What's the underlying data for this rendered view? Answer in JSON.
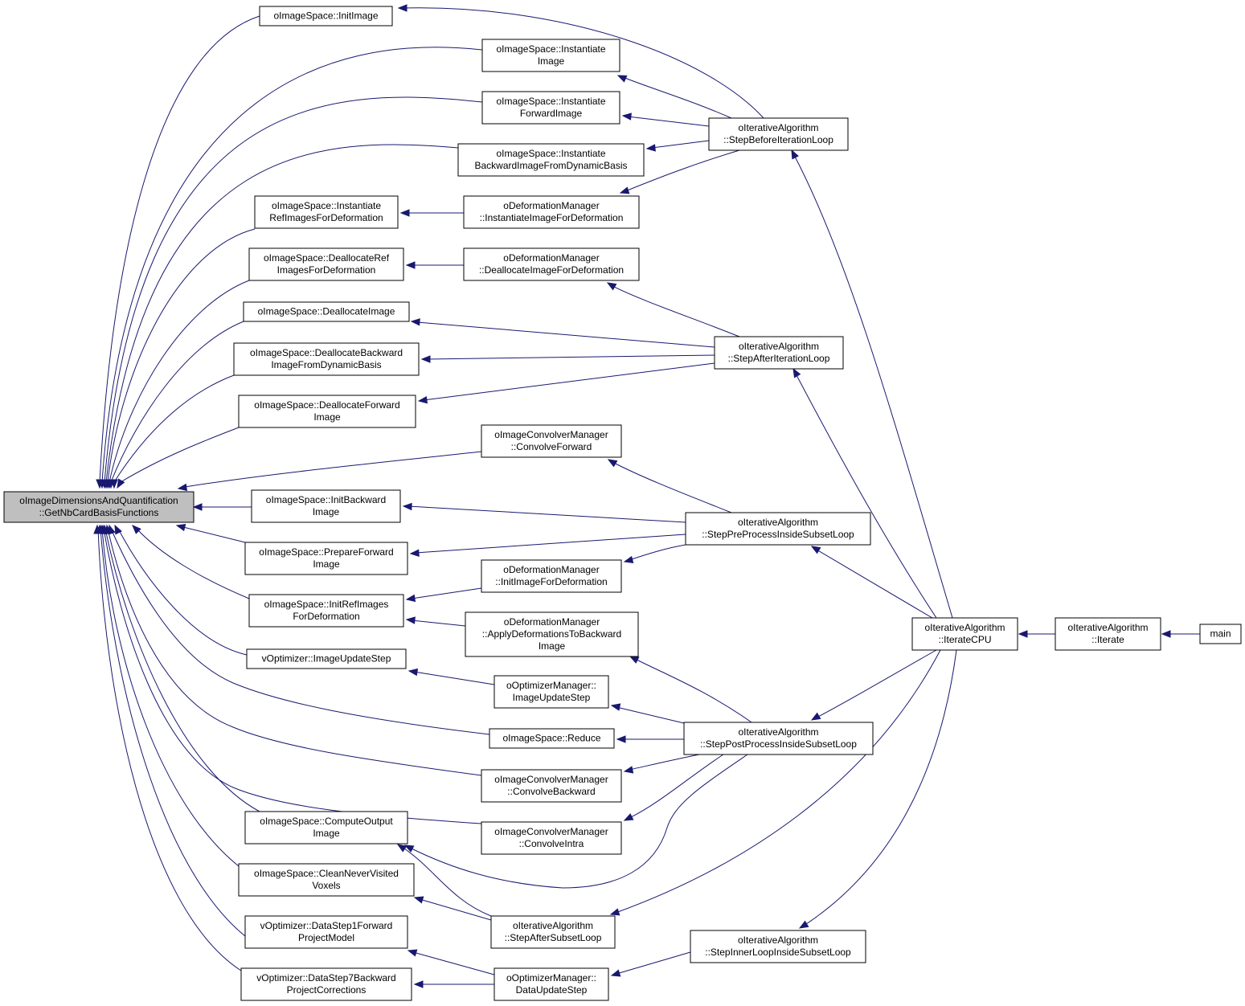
{
  "nodes": [
    {
      "id": "root",
      "lines": [
        "oImageDimensionsAndQuantification",
        "::GetNbCardBasisFunctions"
      ],
      "root": true
    },
    {
      "id": "n1",
      "lines": [
        "oImageSpace::InitImage"
      ]
    },
    {
      "id": "n2",
      "lines": [
        "oImageSpace::Instantiate",
        "Image"
      ]
    },
    {
      "id": "n3",
      "lines": [
        "oImageSpace::Instantiate",
        "ForwardImage"
      ]
    },
    {
      "id": "n4",
      "lines": [
        "oImageSpace::Instantiate",
        "BackwardImageFromDynamicBasis"
      ]
    },
    {
      "id": "n5",
      "lines": [
        "oImageSpace::Instantiate",
        "RefImagesForDeformation"
      ]
    },
    {
      "id": "n6",
      "lines": [
        "oImageSpace::DeallocateRef",
        "ImagesForDeformation"
      ]
    },
    {
      "id": "n7",
      "lines": [
        "oImageSpace::DeallocateImage"
      ]
    },
    {
      "id": "n8",
      "lines": [
        "oImageSpace::DeallocateBackward",
        "ImageFromDynamicBasis"
      ]
    },
    {
      "id": "n9",
      "lines": [
        "oImageSpace::DeallocateForward",
        "Image"
      ]
    },
    {
      "id": "n10",
      "lines": [
        "oImageSpace::InitBackward",
        "Image"
      ]
    },
    {
      "id": "n11",
      "lines": [
        "oImageSpace::PrepareForward",
        "Image"
      ]
    },
    {
      "id": "n12",
      "lines": [
        "oImageSpace::InitRefImages",
        "ForDeformation"
      ]
    },
    {
      "id": "n13",
      "lines": [
        "vOptimizer::ImageUpdateStep"
      ]
    },
    {
      "id": "n14",
      "lines": [
        "oImageSpace::ComputeOutput",
        "Image"
      ]
    },
    {
      "id": "n15",
      "lines": [
        "oImageSpace::CleanNeverVisited",
        "Voxels"
      ]
    },
    {
      "id": "n16",
      "lines": [
        "vOptimizer::DataStep1Forward",
        "ProjectModel"
      ]
    },
    {
      "id": "n17",
      "lines": [
        "vOptimizer::DataStep7Backward",
        "ProjectCorrections"
      ]
    },
    {
      "id": "m1",
      "lines": [
        "oDeformationManager",
        "::InstantiateImageForDeformation"
      ]
    },
    {
      "id": "m2",
      "lines": [
        "oDeformationManager",
        "::DeallocateImageForDeformation"
      ]
    },
    {
      "id": "m3",
      "lines": [
        "oImageConvolverManager",
        "::ConvolveForward"
      ]
    },
    {
      "id": "m4",
      "lines": [
        "oDeformationManager",
        "::InitImageForDeformation"
      ]
    },
    {
      "id": "m5",
      "lines": [
        "oDeformationManager",
        "::ApplyDeformationsToBackward",
        "Image"
      ]
    },
    {
      "id": "m6",
      "lines": [
        "oOptimizerManager::",
        "ImageUpdateStep"
      ]
    },
    {
      "id": "m7",
      "lines": [
        "oImageSpace::Reduce"
      ]
    },
    {
      "id": "m8",
      "lines": [
        "oImageConvolverManager",
        "::ConvolveBackward"
      ]
    },
    {
      "id": "m9",
      "lines": [
        "oImageConvolverManager",
        "::ConvolveIntra"
      ]
    },
    {
      "id": "m10",
      "lines": [
        "oIterativeAlgorithm",
        "::StepAfterSubsetLoop"
      ]
    },
    {
      "id": "m11",
      "lines": [
        "oOptimizerManager::",
        "DataUpdateStep"
      ]
    },
    {
      "id": "i1",
      "lines": [
        "oIterativeAlgorithm",
        "::StepBeforeIterationLoop"
      ]
    },
    {
      "id": "i2",
      "lines": [
        "oIterativeAlgorithm",
        "::StepAfterIterationLoop"
      ]
    },
    {
      "id": "i3",
      "lines": [
        "oIterativeAlgorithm",
        "::StepPreProcessInsideSubsetLoop"
      ]
    },
    {
      "id": "i4",
      "lines": [
        "oIterativeAlgorithm",
        "::StepPostProcessInsideSubsetLoop"
      ]
    },
    {
      "id": "i5",
      "lines": [
        "oIterativeAlgorithm",
        "::StepInnerLoopInsideSubsetLoop"
      ]
    },
    {
      "id": "c1",
      "lines": [
        "oIterativeAlgorithm",
        "::IterateCPU"
      ]
    },
    {
      "id": "c2",
      "lines": [
        "oIterativeAlgorithm",
        "::Iterate"
      ]
    },
    {
      "id": "main",
      "lines": [
        "main"
      ]
    }
  ],
  "edges": [
    {
      "from": "n1",
      "to": "root"
    },
    {
      "from": "n2",
      "to": "root"
    },
    {
      "from": "n3",
      "to": "root"
    },
    {
      "from": "n4",
      "to": "root"
    },
    {
      "from": "n5",
      "to": "root"
    },
    {
      "from": "n6",
      "to": "root"
    },
    {
      "from": "n7",
      "to": "root"
    },
    {
      "from": "n8",
      "to": "root"
    },
    {
      "from": "n9",
      "to": "root"
    },
    {
      "from": "m3",
      "to": "root"
    },
    {
      "from": "n10",
      "to": "root"
    },
    {
      "from": "n11",
      "to": "root"
    },
    {
      "from": "n12",
      "to": "root"
    },
    {
      "from": "n13",
      "to": "root"
    },
    {
      "from": "m7",
      "to": "root"
    },
    {
      "from": "m8",
      "to": "root"
    },
    {
      "from": "n14",
      "to": "root"
    },
    {
      "from": "m9",
      "to": "root"
    },
    {
      "from": "n15",
      "to": "root"
    },
    {
      "from": "n16",
      "to": "root"
    },
    {
      "from": "n17",
      "to": "root"
    },
    {
      "from": "i1",
      "to": "n1"
    },
    {
      "from": "i1",
      "to": "n2"
    },
    {
      "from": "i1",
      "to": "n3"
    },
    {
      "from": "i1",
      "to": "n4"
    },
    {
      "from": "i1",
      "to": "m1"
    },
    {
      "from": "m1",
      "to": "n5"
    },
    {
      "from": "m2",
      "to": "n6"
    },
    {
      "from": "i2",
      "to": "m2"
    },
    {
      "from": "i2",
      "to": "n7"
    },
    {
      "from": "i2",
      "to": "n8"
    },
    {
      "from": "i2",
      "to": "n9"
    },
    {
      "from": "i3",
      "to": "m3"
    },
    {
      "from": "i3",
      "to": "n10"
    },
    {
      "from": "i3",
      "to": "n11"
    },
    {
      "from": "i3",
      "to": "m4"
    },
    {
      "from": "m4",
      "to": "n12"
    },
    {
      "from": "m5",
      "to": "n12"
    },
    {
      "from": "i4",
      "to": "m5"
    },
    {
      "from": "m6",
      "to": "n13"
    },
    {
      "from": "i4",
      "to": "m6"
    },
    {
      "from": "i4",
      "to": "m7"
    },
    {
      "from": "i4",
      "to": "m8"
    },
    {
      "from": "i4",
      "to": "m9"
    },
    {
      "from": "i4",
      "to": "n14"
    },
    {
      "from": "m10",
      "to": "n14"
    },
    {
      "from": "m10",
      "to": "n15"
    },
    {
      "from": "m11",
      "to": "n16"
    },
    {
      "from": "m11",
      "to": "n17"
    },
    {
      "from": "i5",
      "to": "m11"
    },
    {
      "from": "c1",
      "to": "i1"
    },
    {
      "from": "c1",
      "to": "i2"
    },
    {
      "from": "c1",
      "to": "i3"
    },
    {
      "from": "c1",
      "to": "i4"
    },
    {
      "from": "c1",
      "to": "m10"
    },
    {
      "from": "c1",
      "to": "i5"
    },
    {
      "from": "c2",
      "to": "c1"
    },
    {
      "from": "main",
      "to": "c2"
    }
  ],
  "colors": {
    "edge": "#191970",
    "root_fill": "#bfbfbf",
    "node_fill": "#ffffff",
    "node_stroke": "#000000"
  }
}
